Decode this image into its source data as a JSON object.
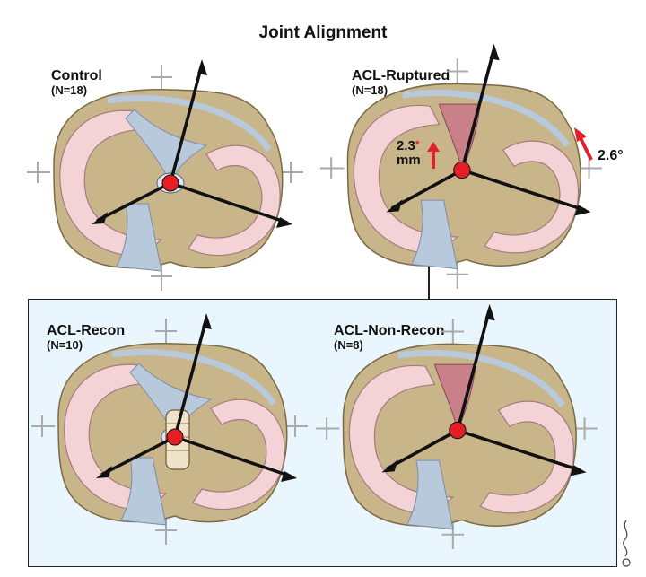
{
  "title": "Joint Alignment",
  "panels": [
    {
      "name": "Control",
      "n": "(N=18)"
    },
    {
      "name": "ACL-Ruptured",
      "n": "(N=18)"
    },
    {
      "name": "ACL-Recon",
      "n": "(N=10)"
    },
    {
      "name": "ACL-Non-Recon",
      "n": "(N=8)"
    }
  ],
  "annotations": {
    "translation_value": "2.3",
    "translation_unit": "mm",
    "significance_mark": "*",
    "rotation_value": "2.6°"
  },
  "colors": {
    "arrow_red": "#e0202a",
    "center_dot": "#e31e24",
    "meniscus": "#f3d3d6",
    "bone": "#c9b58a",
    "ligament": "#b9c9dc",
    "recon_box_bg": "#eaf6fd"
  },
  "signature": "artist signature"
}
